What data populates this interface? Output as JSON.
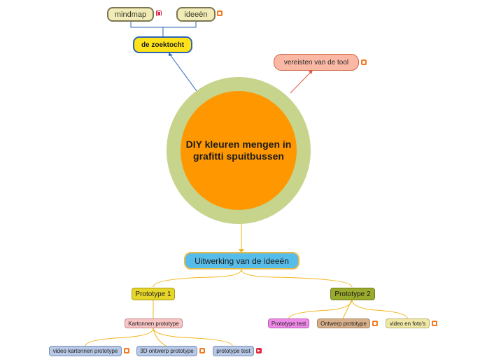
{
  "center": {
    "label": "DIY kleuren mengen in grafitti spuitbussen"
  },
  "nodes": {
    "mindmap": "mindmap",
    "ideeen": "ideeën",
    "zoektocht": "de zoektocht",
    "vereisten": "vereisten van de tool",
    "uitwerking": "Uitwerking van de ideeën",
    "prototype1": "Prototype 1",
    "prototype2": "Prototype 2",
    "kartonnen": "Kartonnen prototype",
    "video_kartonnen": "video kartonnen prototype",
    "ontwerp3d": "3D ontwerp prototype",
    "prototype_test_1": "prototype test",
    "prototype_test_2": "Prototype test",
    "ontwerp_prototype": "Ontwerp prototype",
    "video_fotos": "video en foto's"
  },
  "icons": {
    "mindmap": "pdf-icon",
    "ideeen": "link-icon",
    "vereisten": "link-icon",
    "video_kartonnen": "link-icon",
    "ontwerp3d": "link-icon",
    "prototype_test_1": "video-play-icon",
    "ontwerp_prototype": "link-icon",
    "video_fotos": "link-icon"
  },
  "colors": {
    "center_ring": "#c6d48c",
    "center_fill": "#ff9800",
    "zoektocht_fill": "#ffe21a",
    "uitwerking_fill": "#56bce9",
    "connector_blue": "#2b66b6",
    "connector_red": "#e0573a",
    "connector_yellow": "#f2b417"
  }
}
